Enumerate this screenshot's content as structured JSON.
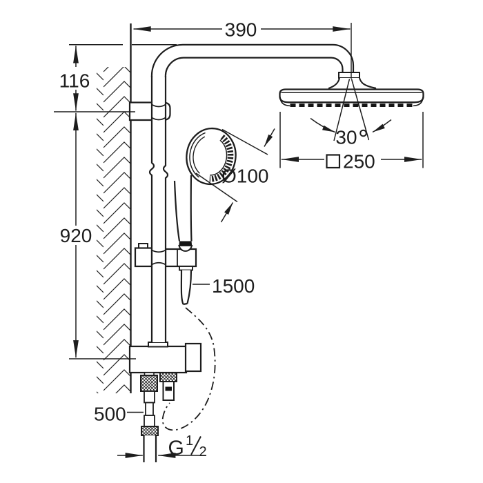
{
  "meta": {
    "background": "#ffffff",
    "ink_color": "#1d1d1d",
    "drawing_type": "shower-system-dimension-drawing"
  },
  "labels": {
    "arm_reach": "390",
    "top_offset": "116",
    "rail_height": "920",
    "hand_shower_diameter": "Ø100",
    "swivel_angle": "30",
    "head_shower_size": "250",
    "hose_length": "1500",
    "supply_hose_length": "500",
    "thread_letter": "G",
    "thread_numerator": "1",
    "thread_denominator": "2"
  }
}
